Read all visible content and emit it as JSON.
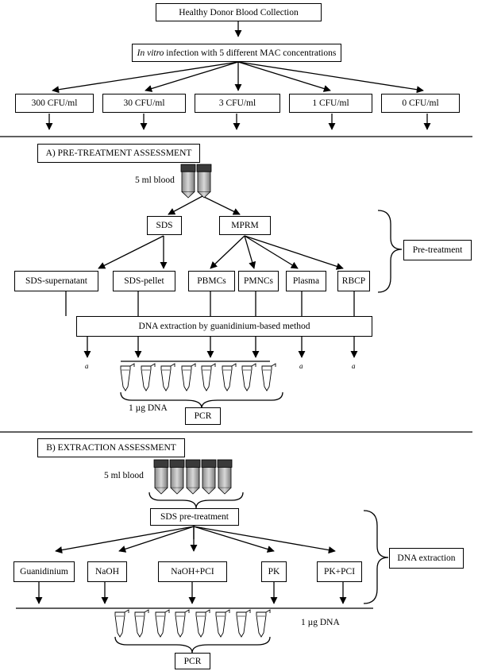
{
  "top": {
    "collection": "Healthy Donor Blood Collection",
    "infection_italic": "In vitro",
    "infection_rest": " infection with 5 different MAC concentrations",
    "concentrations": [
      "300 CFU/ml",
      "30 CFU/ml",
      "3 CFU/ml",
      "1 CFU/ml",
      "0 CFU/ml"
    ]
  },
  "section_a": {
    "title": "A) PRE-TREATMENT ASSESSMENT",
    "blood_label": "5 ml blood",
    "sds": "SDS",
    "mprm": "MPRM",
    "fractions": [
      "SDS-supernatant",
      "SDS-pellet",
      "PBMCs",
      "PMNCs",
      "Plasma",
      "RBCP"
    ],
    "pretreatment_brace": "Pre-treatment",
    "extraction": "DNA extraction by guanidinium-based method",
    "footnote_mark": "a",
    "dna_amount": "1 µg DNA",
    "pcr": "PCR"
  },
  "section_b": {
    "title": "B) EXTRACTION ASSESSMENT",
    "blood_label": "5 ml blood",
    "sds_pretreatment": "SDS pre-treatment",
    "methods": [
      "Guanidinium",
      "NaOH",
      "NaOH+PCI",
      "PK",
      "PK+PCI"
    ],
    "extraction_brace": "DNA extraction",
    "dna_amount": "1 µg DNA",
    "pcr": "PCR"
  }
}
